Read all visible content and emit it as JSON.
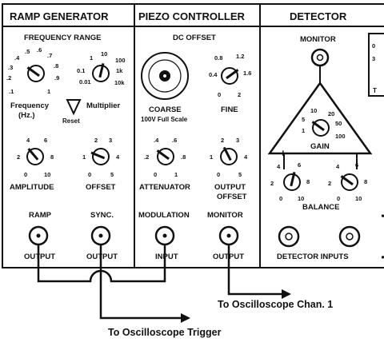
{
  "panels": {
    "ramp": {
      "title": "RAMP GENERATOR",
      "frequency_range": "FREQUENCY RANGE",
      "frequency_label_1": "Frequency",
      "frequency_label_2": "(Hz.)",
      "multiplier": "Multiplier",
      "reset": "Reset",
      "freq_ticks": [
        ".1",
        ".2",
        ".3",
        ".4",
        ".5",
        ".6",
        ".7",
        ".8",
        ".9",
        "1"
      ],
      "mult_ticks": [
        "0.01",
        "0.1",
        "1",
        "10",
        "100",
        "1k",
        "10k"
      ],
      "amplitude": "AMPLITUDE",
      "amplitude_ticks": [
        "0",
        "2",
        "4",
        "6",
        "8",
        "10"
      ],
      "offset": "OFFSET",
      "offset_ticks": [
        "0",
        "1",
        "2",
        "3",
        "4",
        "5"
      ],
      "ramp": "RAMP",
      "sync": "SYNC.",
      "output": "OUTPUT"
    },
    "piezo": {
      "title": "PIEZO CONTROLLER",
      "dc_offset": "DC OFFSET",
      "coarse": "COARSE",
      "coarse_sub": "100V Full Scale",
      "fine": "FINE",
      "fine_ticks": [
        "0",
        "0.4",
        "0.8",
        "1.2",
        "1.6",
        "2"
      ],
      "attenuator": "ATTENUATOR",
      "attenuator_ticks": [
        "0",
        ".2",
        ".4",
        ".6",
        ".8",
        "1"
      ],
      "output_offset_1": "OUTPUT",
      "output_offset_2": "OFFSET",
      "output_offset_ticks": [
        "0",
        "1",
        "2",
        "3",
        "4",
        "5"
      ],
      "modulation": "MODULATION",
      "monitor": "MONITOR",
      "input": "INPUT",
      "output": "OUTPUT"
    },
    "detector": {
      "title": "DETECTOR",
      "monitor": "MONITOR",
      "gain": "GAIN",
      "gain_ticks": [
        "1",
        "5",
        "10",
        "20",
        "50",
        "100"
      ],
      "plus": "+",
      "minus": "−",
      "balance": "BALANCE",
      "balance_ticks": [
        "0",
        "2",
        "4",
        "6",
        "8",
        "10"
      ],
      "detector_inputs": "DETECTOR INPUTS",
      "side_frag_1": "0",
      "side_frag_2": "3",
      "side_frag_3": "T"
    }
  },
  "destinations": {
    "chan1": "To Oscilloscope Chan. 1",
    "trigger": "To Oscilloscope Trigger"
  },
  "knob_levels": {
    "frequency": 0.3,
    "multiplier": 0.55,
    "amplitude": 0.35,
    "offset": 0.25,
    "fine": 0.7,
    "attenuator": 0.3,
    "output_offset": 0.4,
    "gain": 0.3,
    "balance_left": 0.55,
    "balance_right": 0.3
  },
  "colors": {
    "ink": "#111111",
    "panel": "#ffffff"
  }
}
